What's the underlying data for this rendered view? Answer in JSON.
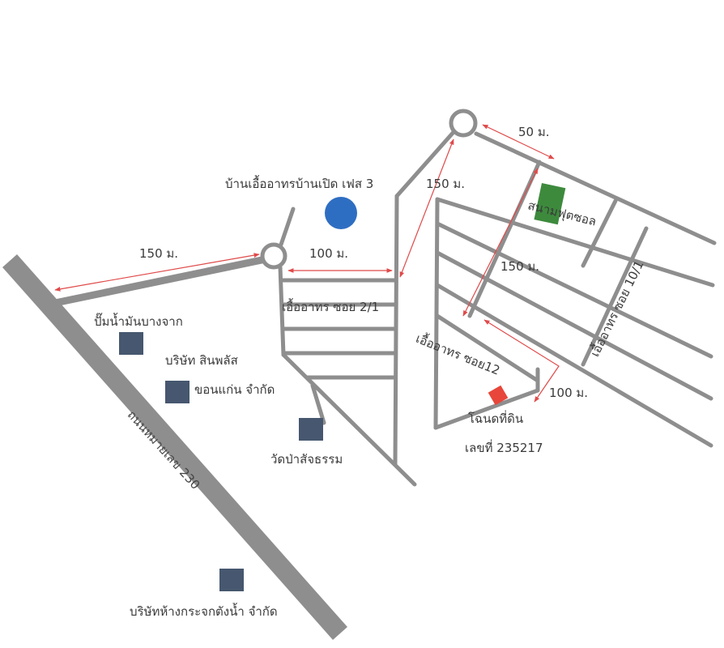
{
  "colors": {
    "road": "#8e8e8e",
    "dimension_line": "#e04a4a",
    "landmark_square": "#46576f",
    "project_circle": "#2e6ec2",
    "football_field": "#3d8a3d",
    "target_land": "#e8463a",
    "label_text": "#3a3a3a"
  },
  "labels": {
    "project_name": "บ้านเอื้ออาทรบ้านเปิด เฟส 3",
    "dist_50": "50 ม.",
    "dist_150_top": "150 ม.",
    "dist_150_left": "150 ม.",
    "dist_100_mid": "100 ม.",
    "dist_150_right": "150 ม.",
    "dist_100_bottom": "100 ม.",
    "football_field": "สนามฟุตซอล",
    "soi_2_1": "เอื้ออาทร ซอย 2/1",
    "soi_12": "เอื้ออาทร ซอย12",
    "soi_10_1": "เอื้ออาทร ซอย 10/1",
    "highway": "ถนนหมายเลข 230",
    "gas_station": "ปั๊มน้ำมันบางจาก",
    "company_sinplus_1": "บริษัท สินพลัส",
    "company_sinplus_2": "ขอนแก่น จำกัด",
    "temple": "วัดป่าสัจธรรม",
    "land_deed_1": "โฉนดที่ดิน",
    "land_deed_2": "เลขที่ 235217",
    "glass_company": "บริษัทห้างกระจกตังน้ำ จำกัด"
  },
  "icons": {
    "roundabout": "circle-outline",
    "landmark": "square-marker",
    "project": "circle-marker",
    "target": "diamond-marker"
  }
}
